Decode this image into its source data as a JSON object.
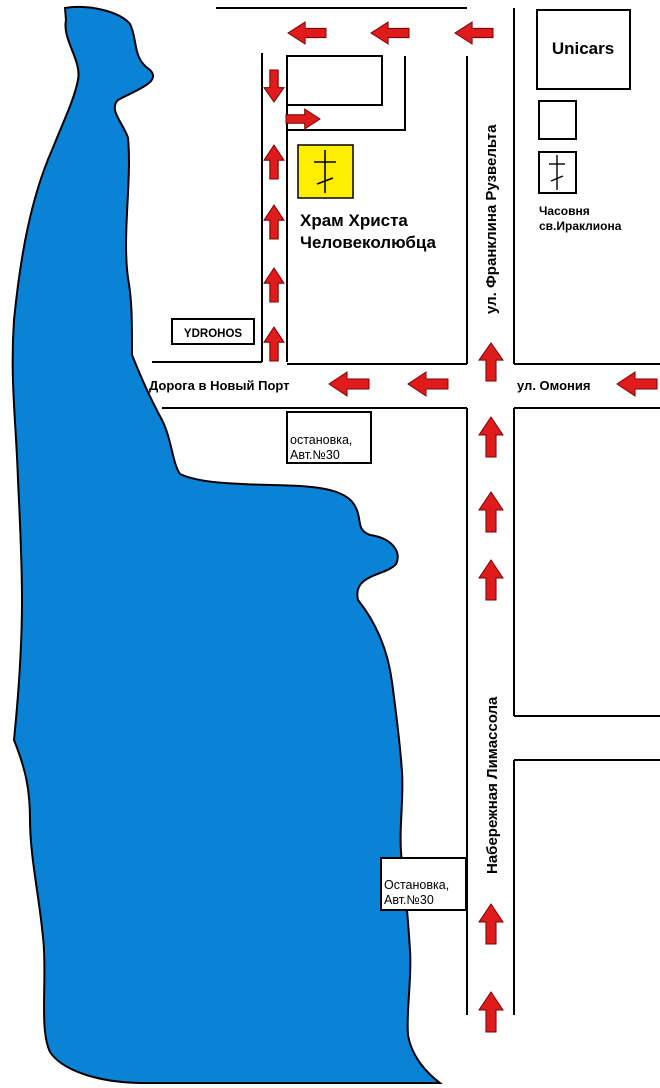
{
  "colors": {
    "water": "#0a82d6",
    "arrow": "#e01b1b",
    "church": "#ffee00",
    "road": "#000000",
    "background": "#ffffff"
  },
  "labels": {
    "church": "Храм Христа\nЧеловеколюбца",
    "chapel": "Часовня\nсв.Ираклиона",
    "unicars": "Unicars",
    "ydrohos": "YDROHOS",
    "road_new_port": "Дорога в Новый Порт",
    "street_omonia": "ул. Омония",
    "street_roosevelt": "ул. Франклина Рузвельта",
    "street_limassol": "Набережная Лимассола",
    "bus_stop_top": "остановка,\nАвт.№30",
    "bus_stop_bottom": "Остановка,\nАвт.№30"
  },
  "icons": {
    "church": "orthodox-cross-icon",
    "chapel": "orthodox-cross-icon",
    "traffic": "one-way-arrow-icon"
  }
}
